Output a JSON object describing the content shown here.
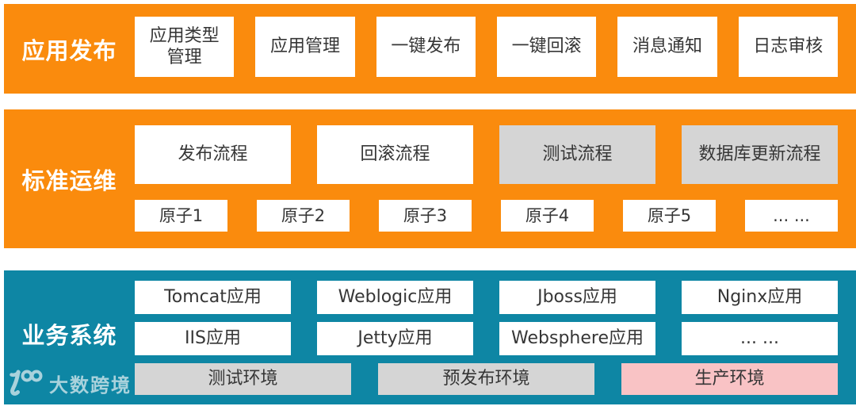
{
  "colors": {
    "orange": "#FA8B0D",
    "teal": "#0E86A4",
    "box_white": "#FFFFFF",
    "box_gray": "#D5D5D5",
    "box_pink": "#F9C3C5",
    "text_dark": "#363636",
    "label_white": "#FFFFFF",
    "watermark": "#A9D2DC"
  },
  "band1": {
    "label": "应用发布",
    "boxes": [
      "应用类型\n管理",
      "应用管理",
      "一键发布",
      "一键回滚",
      "消息通知",
      "日志审核"
    ]
  },
  "band2": {
    "label": "标准运维",
    "flows": [
      {
        "label": "发布流程",
        "style": "white"
      },
      {
        "label": "回滚流程",
        "style": "white"
      },
      {
        "label": "测试流程",
        "style": "gray"
      },
      {
        "label": "数据库更新流程",
        "style": "gray"
      }
    ],
    "atoms": [
      "原子1",
      "原子2",
      "原子3",
      "原子4",
      "原子5",
      "... ..."
    ]
  },
  "band3": {
    "label": "业务系统",
    "apps_row1": [
      "Tomcat应用",
      "Weblogic应用",
      "Jboss应用",
      "Nginx应用"
    ],
    "apps_row2": [
      "IIS应用",
      "Jetty应用",
      "Websphere应用",
      "... ..."
    ],
    "environments": [
      {
        "label": "测试环境",
        "style": "gray"
      },
      {
        "label": "预发布环境",
        "style": "gray"
      },
      {
        "label": "生产环境",
        "style": "pink"
      }
    ]
  },
  "watermark": {
    "logo_icon": "dashu-100-logo-icon",
    "brand": "大数跨境"
  }
}
